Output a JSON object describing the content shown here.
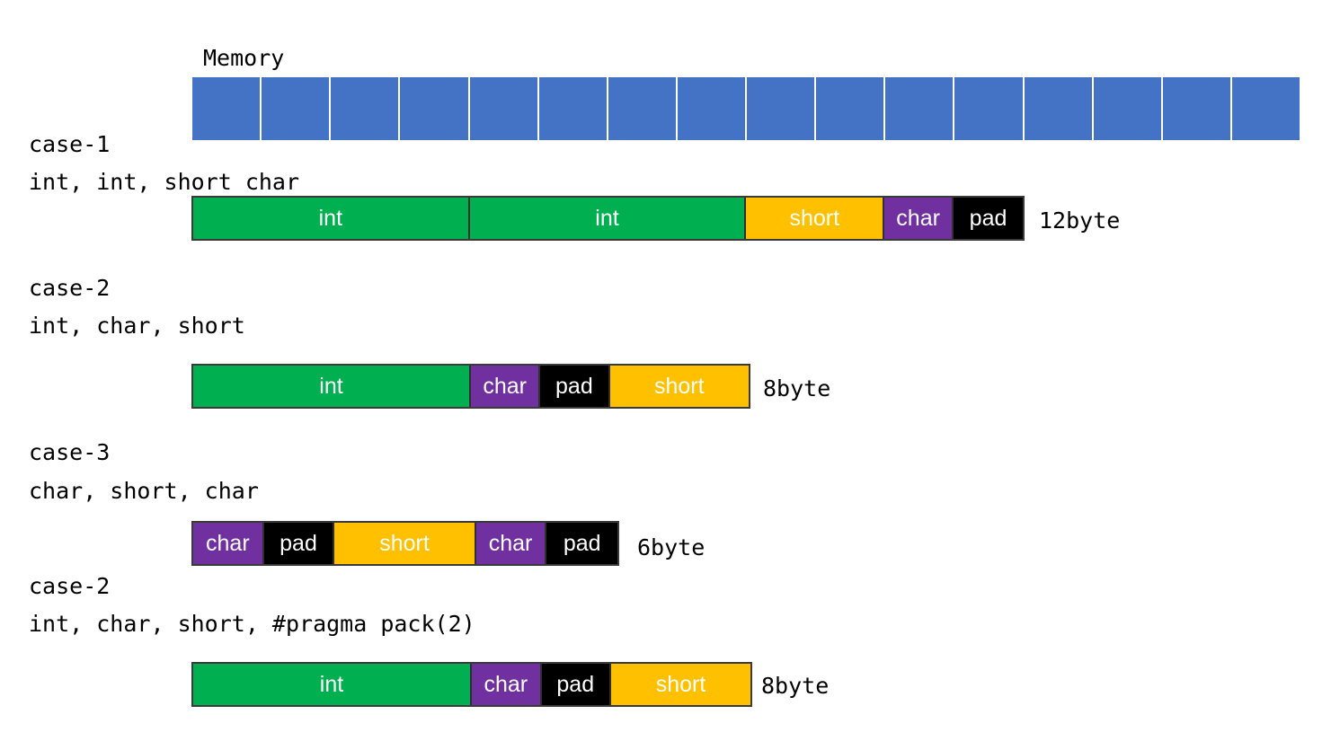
{
  "memory": {
    "label": "Memory",
    "cell_count": 16,
    "cell_color": "#4472c4"
  },
  "colors": {
    "int": "#00b050",
    "short": "#ffc000",
    "char": "#7030a0",
    "pad": "#000000"
  },
  "cases": [
    {
      "title": "case-1",
      "fields": "int, int, short char",
      "size": "12byte",
      "segments": [
        {
          "label": "int",
          "type": "int",
          "bytes": 4
        },
        {
          "label": "int",
          "type": "int",
          "bytes": 4
        },
        {
          "label": "short",
          "type": "short",
          "bytes": 2
        },
        {
          "label": "char",
          "type": "char",
          "bytes": 1
        },
        {
          "label": "pad",
          "type": "pad",
          "bytes": 1
        }
      ]
    },
    {
      "title": "case-2",
      "fields": "int, char, short",
      "size": "8byte",
      "segments": [
        {
          "label": "int",
          "type": "int",
          "bytes": 4
        },
        {
          "label": "char",
          "type": "char",
          "bytes": 1
        },
        {
          "label": "pad",
          "type": "pad",
          "bytes": 1
        },
        {
          "label": "short",
          "type": "short",
          "bytes": 2
        }
      ]
    },
    {
      "title": "case-3",
      "fields": "char, short, char",
      "size": "6byte",
      "segments": [
        {
          "label": "char",
          "type": "char",
          "bytes": 1
        },
        {
          "label": "pad",
          "type": "pad",
          "bytes": 1
        },
        {
          "label": "short",
          "type": "short",
          "bytes": 2
        },
        {
          "label": "char",
          "type": "char",
          "bytes": 1
        },
        {
          "label": "pad",
          "type": "pad",
          "bytes": 1
        }
      ]
    },
    {
      "title": "case-2",
      "fields": "int, char, short, #pragma pack(2)",
      "size": "8byte",
      "segments": [
        {
          "label": "int",
          "type": "int",
          "bytes": 4
        },
        {
          "label": "char",
          "type": "char",
          "bytes": 1
        },
        {
          "label": "pad",
          "type": "pad",
          "bytes": 1
        },
        {
          "label": "short",
          "type": "short",
          "bytes": 2
        }
      ]
    }
  ]
}
